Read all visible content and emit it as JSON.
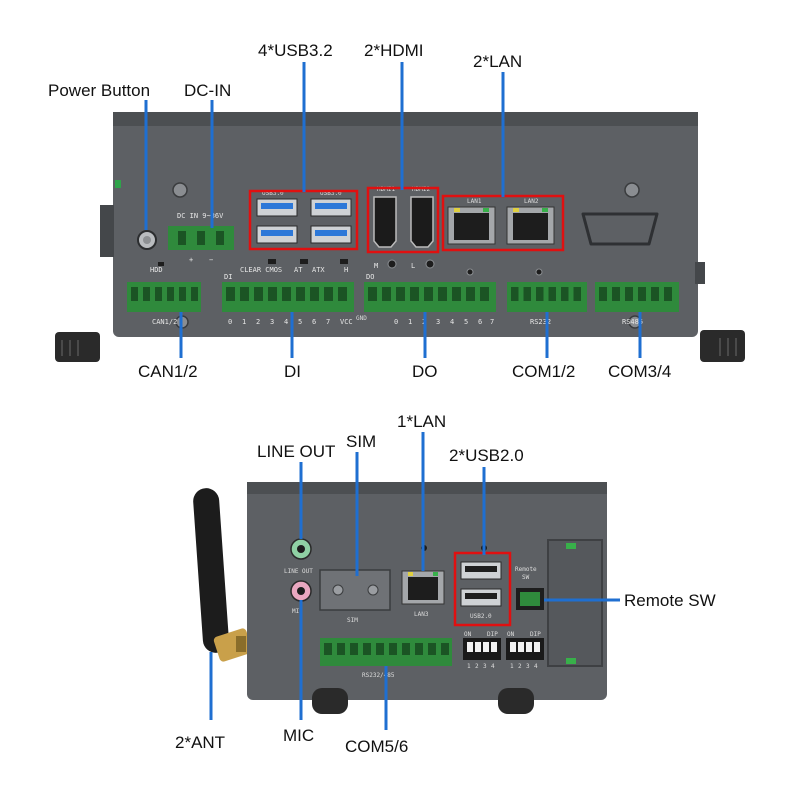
{
  "callouts": {
    "power_button": "Power Button",
    "dc_in": "DC-IN",
    "usb32": "4*USB3.2",
    "hdmi": "2*HDMI",
    "lan2": "2*LAN",
    "can": "CAN1/2",
    "di": "DI",
    "do": "DO",
    "com12": "COM1/2",
    "com34": "COM3/4",
    "line_out": "LINE OUT",
    "sim": "SIM",
    "lan1": "1*LAN",
    "usb20": "2*USB2.0",
    "remote_sw": "Remote SW",
    "ant": "2*ANT",
    "mic": "MIC",
    "com56": "COM5/6"
  },
  "silkscreen": {
    "dc_in": "DC IN 9~36V",
    "plus": "+",
    "minus": "−",
    "hdd": "HDD",
    "clear_cmos": "CLEAR CMOS",
    "at": "AT",
    "atx": "ATX",
    "h": "H",
    "m": "M",
    "l": "L",
    "usb3_a": "USB3.0",
    "usb3_b": "USB3.0",
    "hdmi1": "HDMI1",
    "hdmi2": "HDMI2",
    "lan_1": "LAN1",
    "lan_2": "LAN2",
    "can12": "CAN1/2",
    "di": "DI",
    "do": "DO",
    "vcc": "VCC",
    "gnd": "GND",
    "rs232": "RS232",
    "rs485": "RS485",
    "line_out": "LINE OUT",
    "mic": "MIC",
    "sim": "SIM",
    "lan3": "LAN3",
    "usb20": "USB2.0",
    "remote": "Remote",
    "sw": "SW",
    "on": "ON",
    "dip": "DIP",
    "rs232_485": "RS232/485"
  },
  "di_pins": [
    "0",
    "1",
    "2",
    "3",
    "4",
    "5",
    "6",
    "7"
  ],
  "do_pins": [
    "0",
    "1",
    "2",
    "3",
    "4",
    "5",
    "6",
    "7"
  ],
  "dip_pins": [
    "1",
    "2",
    "3",
    "4"
  ],
  "colors": {
    "chassis": "#5d6064",
    "chassis_dark": "#3f4245",
    "terminal": "#2f8a3c",
    "callout_line": "#1f6fd1",
    "highlight": "#e01010",
    "usb3_blue": "#2d78d8"
  }
}
